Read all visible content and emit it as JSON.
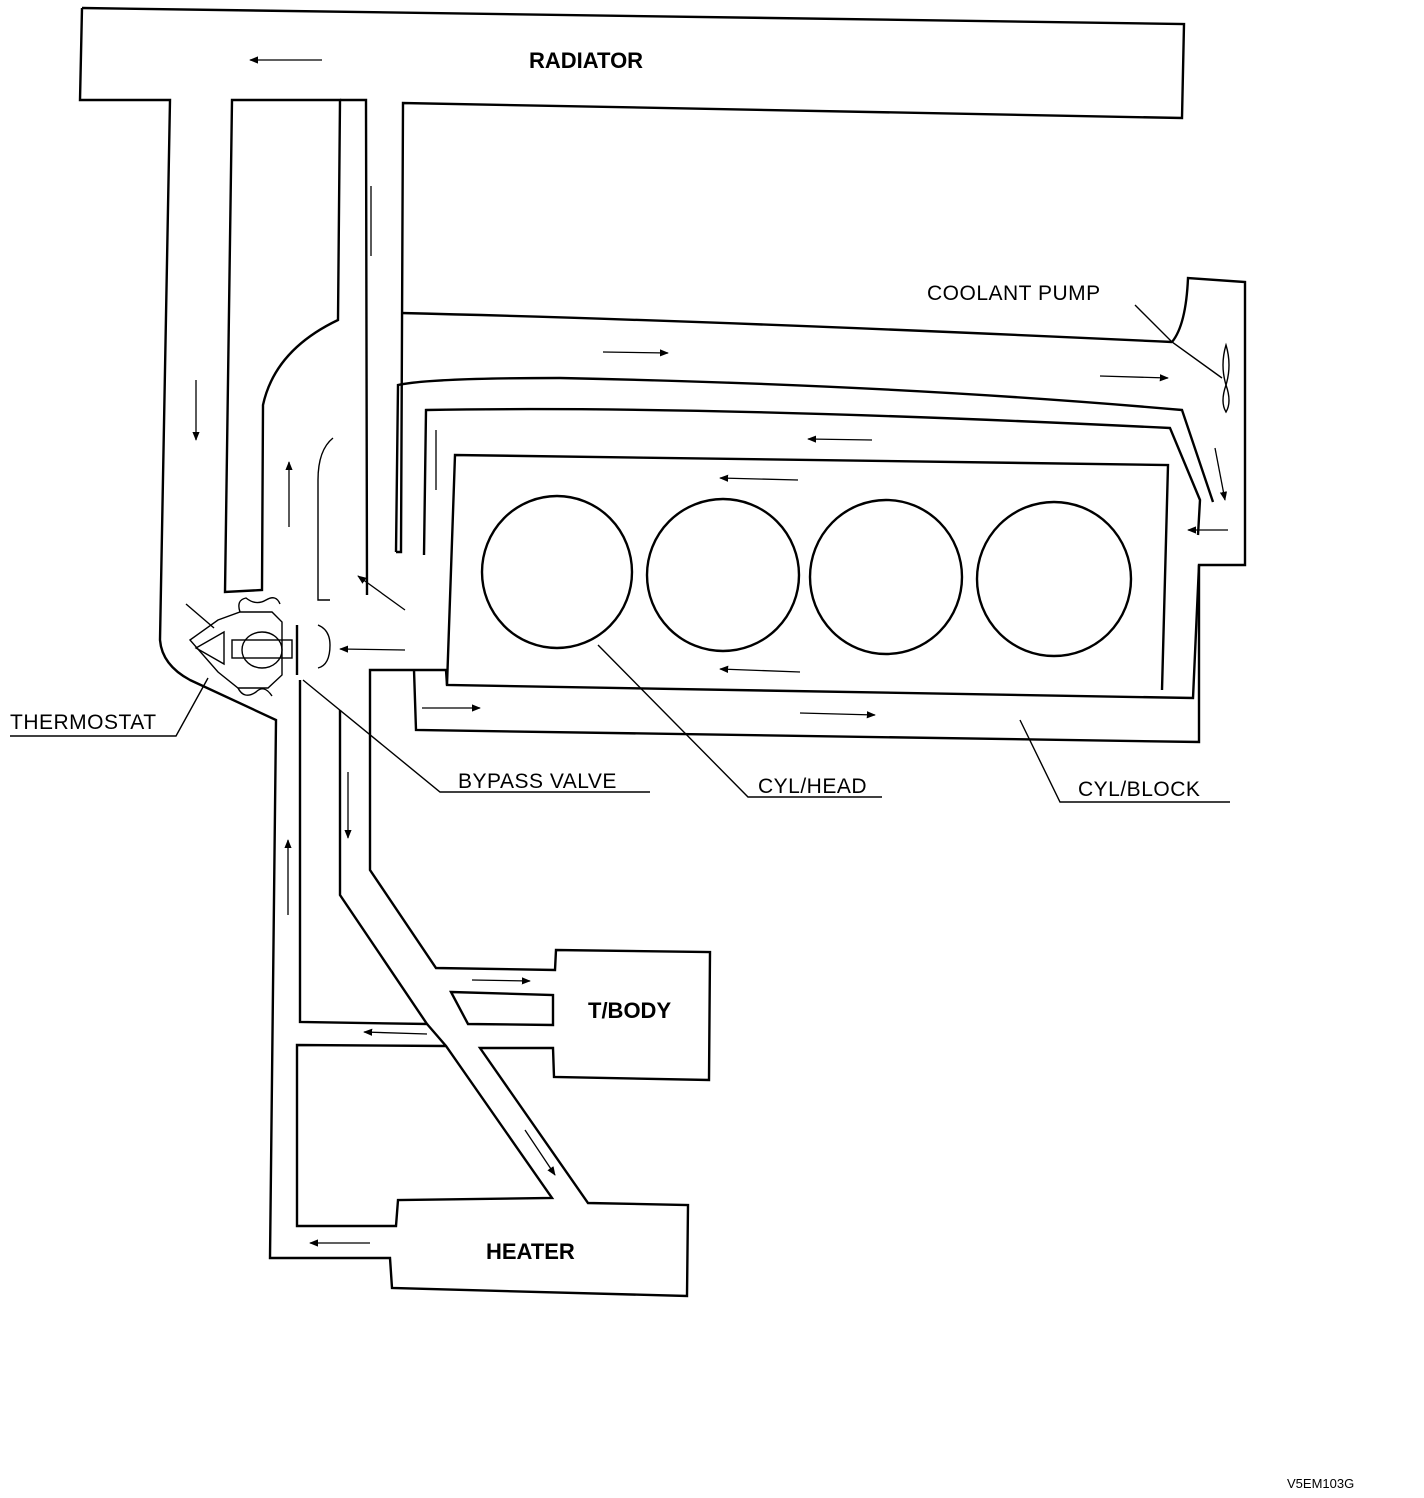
{
  "labels": {
    "radiator": "RADIATOR",
    "coolant_pump": "COOLANT PUMP",
    "thermostat": "THERMOSTAT",
    "bypass_valve": "BYPASS VALVE",
    "cyl_head": "CYL/HEAD",
    "cyl_block": "CYL/BLOCK",
    "t_body": "T/BODY",
    "heater": "HEATER",
    "figure_code": "V5EM103G"
  },
  "components": {
    "cylinder_count": 4
  }
}
